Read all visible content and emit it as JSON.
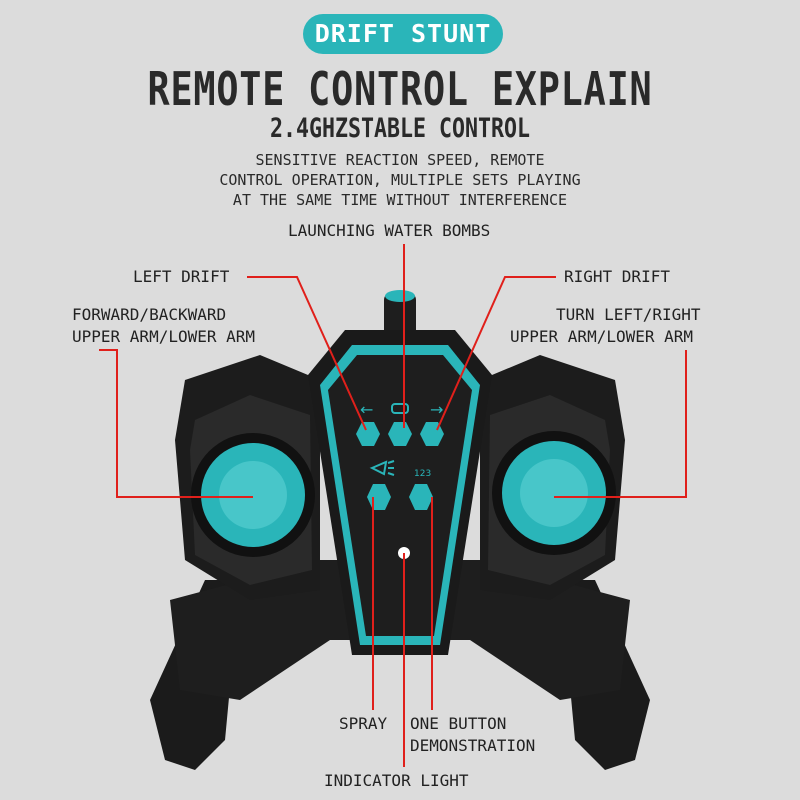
{
  "header": {
    "badge": "DRIFT STUNT",
    "title": "REMOTE CONTROL EXPLAIN",
    "subtitle": "2.4GHZSTABLE CONTROL",
    "desc_line1": "SENSITIVE REACTION SPEED, REMOTE",
    "desc_line2": "CONTROL OPERATION, MULTIPLE SETS PLAYING",
    "desc_line3": "AT THE SAME TIME WITHOUT INTERFERENCE"
  },
  "labels": {
    "launching": "LAUNCHING WATER BOMBS",
    "left_drift": "LEFT DRIFT",
    "right_drift": "RIGHT DRIFT",
    "fwd_line1": "FORWARD/BACKWARD",
    "fwd_line2": "UPPER ARM/LOWER ARM",
    "turn_line1": "TURN LEFT/RIGHT",
    "turn_line2": "UPPER ARM/LOWER ARM",
    "spray": "SPRAY",
    "demo_line1": "ONE BUTTON",
    "demo_line2": "DEMONSTRATION",
    "indicator": "INDICATOR LIGHT"
  },
  "button_icons": {
    "left_arrow": "←",
    "right_arrow": "→",
    "demo_number": "123"
  },
  "colors": {
    "accent": "#2ab5b9",
    "callout": "#e0201b",
    "body": "#1c1c1c",
    "background": "#dcdcdc"
  }
}
